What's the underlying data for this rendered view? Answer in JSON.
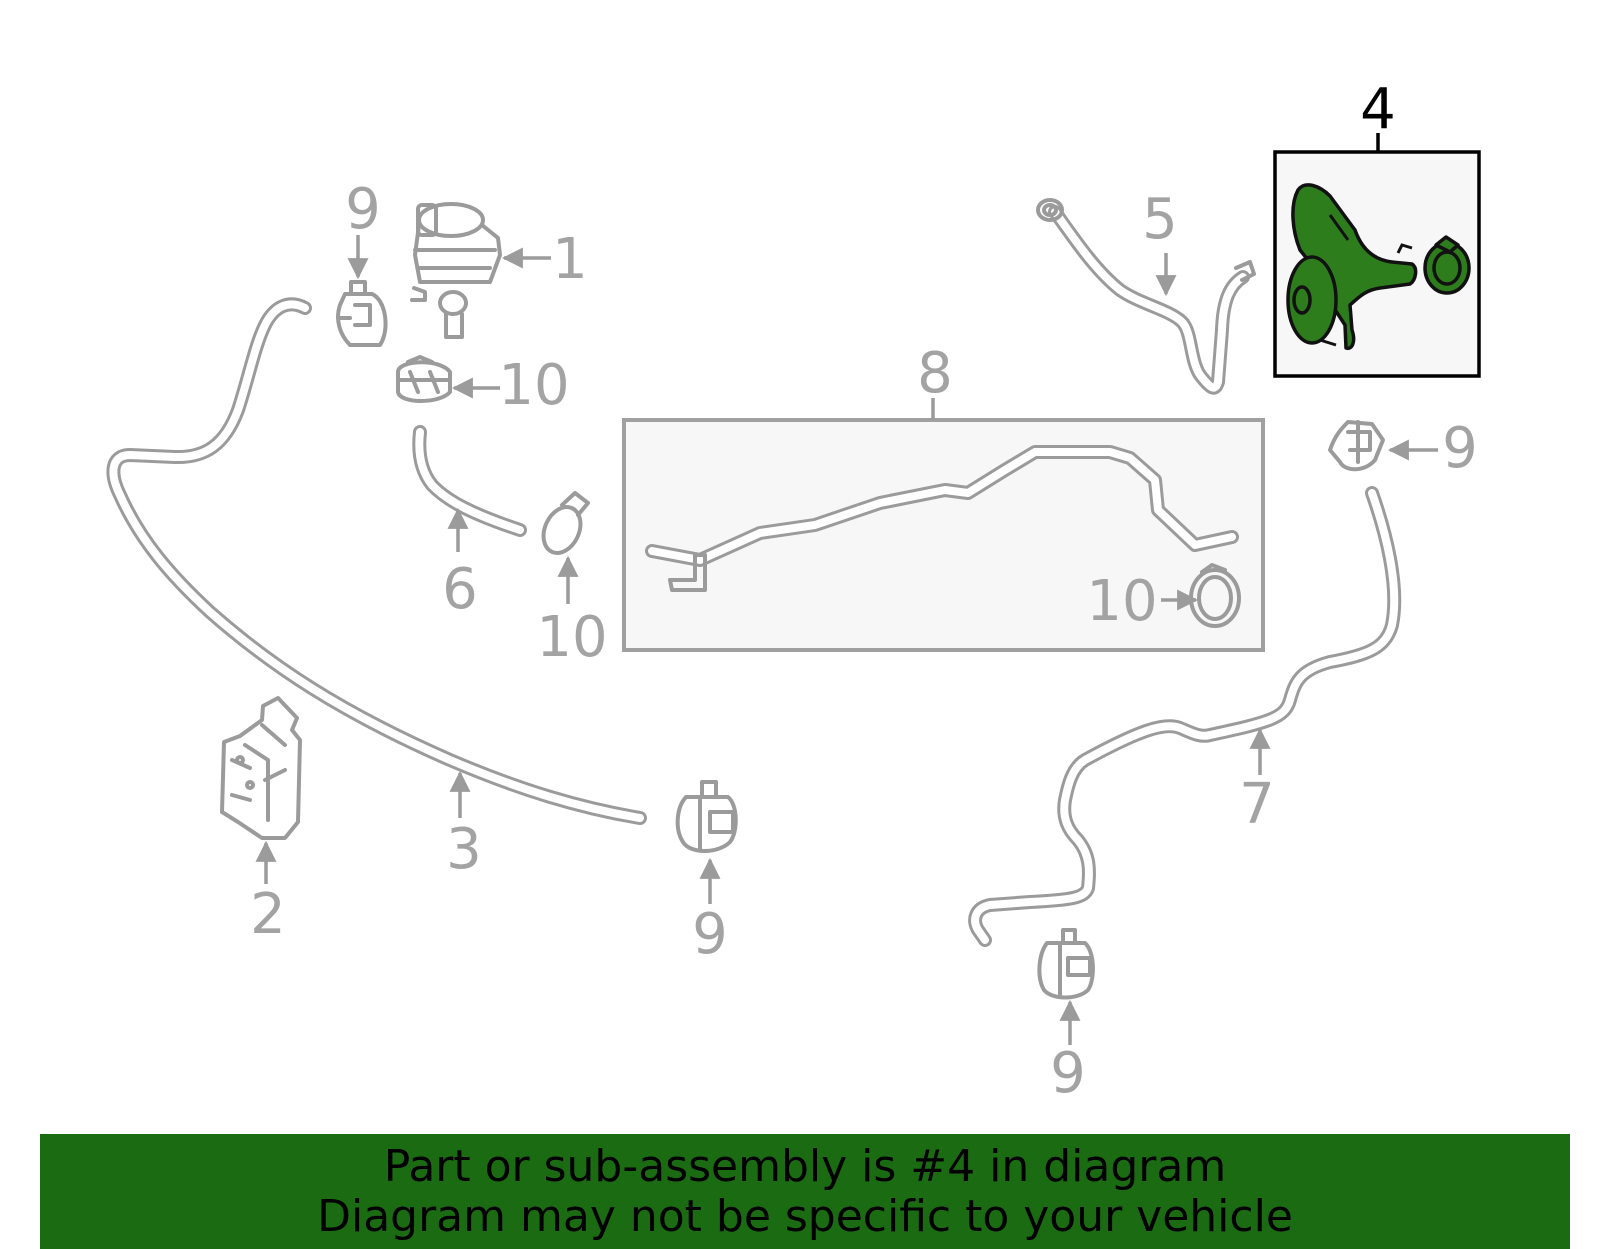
{
  "diagram": {
    "callouts": [
      "1",
      "2",
      "3",
      "4",
      "5",
      "6",
      "7",
      "8",
      "9",
      "10"
    ],
    "highlighted_part": "4",
    "colors": {
      "part_stroke": "#9b9b9b",
      "label_text": "#a3a3a3",
      "highlight_fill": "#2e7d1c",
      "box_fill": "#f7f7f7",
      "banner_bg": "#1a6b12"
    }
  },
  "banner": {
    "line1": "Part or sub-assembly is #4 in diagram",
    "line2": "Diagram may not be specific to your vehicle"
  }
}
